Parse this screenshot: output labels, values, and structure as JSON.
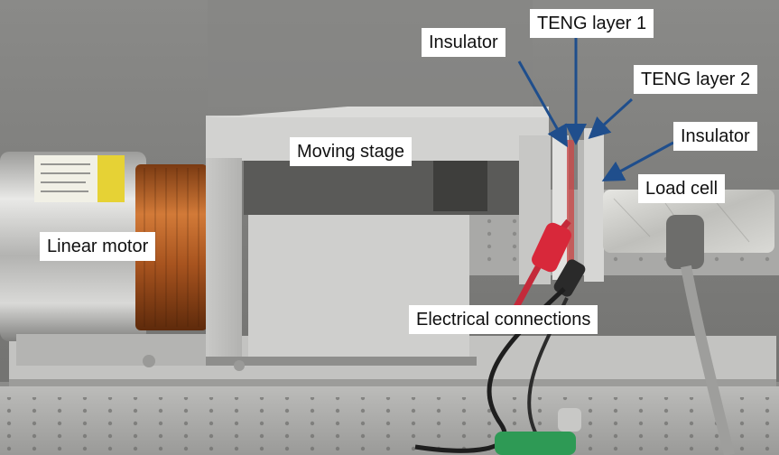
{
  "labels": {
    "teng_layer_1": "TENG layer 1",
    "insulator_left": "Insulator",
    "teng_layer_2": "TENG layer 2",
    "insulator_right": "Insulator",
    "moving_stage": "Moving stage",
    "load_cell": "Load cell",
    "linear_motor": "Linear motor",
    "electrical_connections": "Electrical connections"
  },
  "colors": {
    "arrow": "#1f4e8c",
    "label_background": "#ffffff",
    "motor_coil": "#b8622a",
    "red_clip": "#d8283a",
    "green_clip": "#2e9a55"
  }
}
